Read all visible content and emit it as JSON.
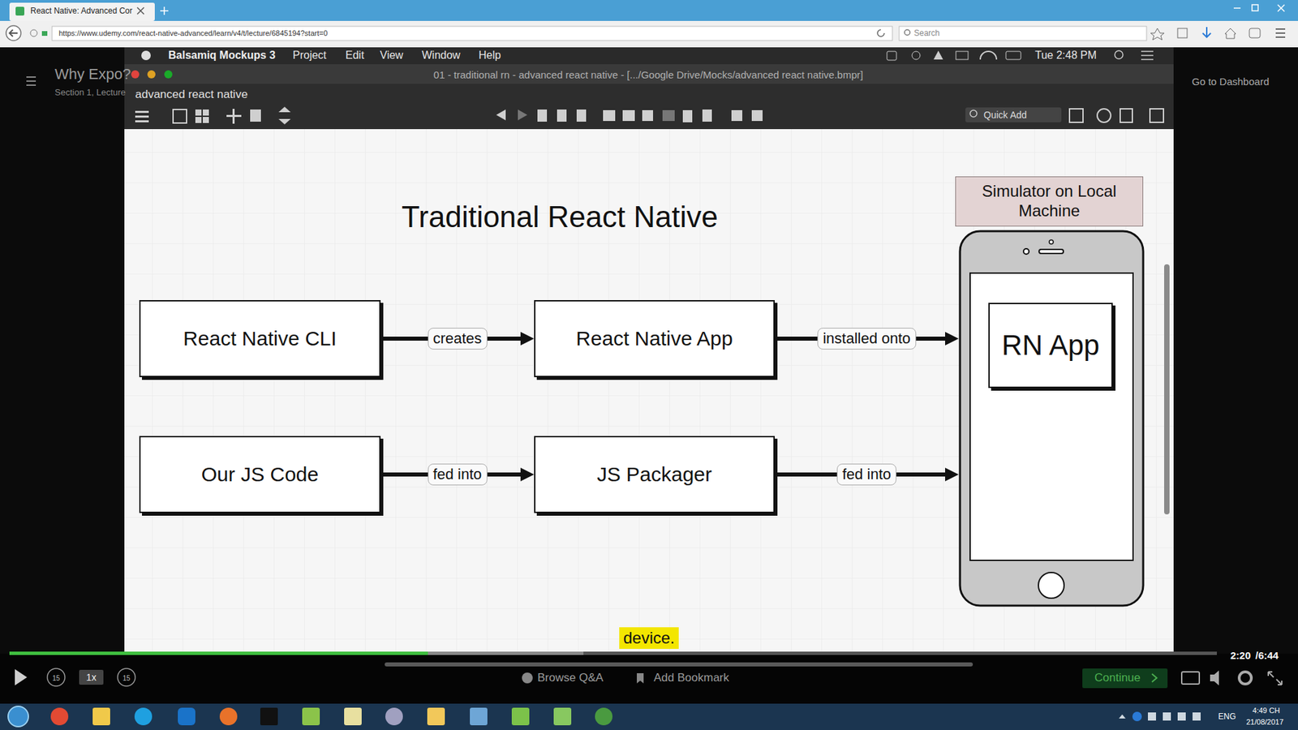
{
  "diagram": {
    "title": "Traditional React Native",
    "nodes": [
      {
        "text": [
          "React Native CLI"
        ]
      },
      {
        "text": [
          "React Native App"
        ]
      },
      {
        "text": [
          "Simulator on Local Machine"
        ]
      },
      {
        "text": [
          "RN App"
        ],
        "in": 2
      },
      {
        "text": [
          "Our JS Code"
        ]
      },
      {
        "text": [
          "JS Packager"
        ]
      }
    ],
    "edges": [
      {
        "from": 0,
        "to": 1,
        "label": "creates",
        "arrow": "to"
      },
      {
        "from": 1,
        "to": 2,
        "label": "installed onto",
        "arrow": "to"
      },
      {
        "from": 4,
        "to": 5,
        "label": "fed into",
        "arrow": "to"
      },
      {
        "from": 5,
        "to": 2,
        "label": "fed into",
        "arrow": "to"
      }
    ],
    "labels": [
      "React Native: Advanced Cor",
      "https://www.udemy.com/react-native-advanced/learn/v4/t/lecture/6845194?start=0",
      "Search",
      "Why Expo?",
      "Section 1, Lecture",
      "Balsamiq Mockups 3",
      "Project",
      "Edit",
      "View",
      "Window",
      "Help",
      "Tue 2:48 PM",
      "01 - traditional rn - advanced react native - [.../Google Drive/Mocks/advanced react native.bmpr]",
      "advanced react native",
      "Quick Add",
      "Go to Dashboard",
      "device.",
      "2:20",
      "/6:44",
      "1x",
      "15",
      "15",
      "Browse Q&A",
      "Add Bookmark",
      "Continue",
      "ENG",
      "4:49 CH",
      "21/08/2017"
    ]
  }
}
